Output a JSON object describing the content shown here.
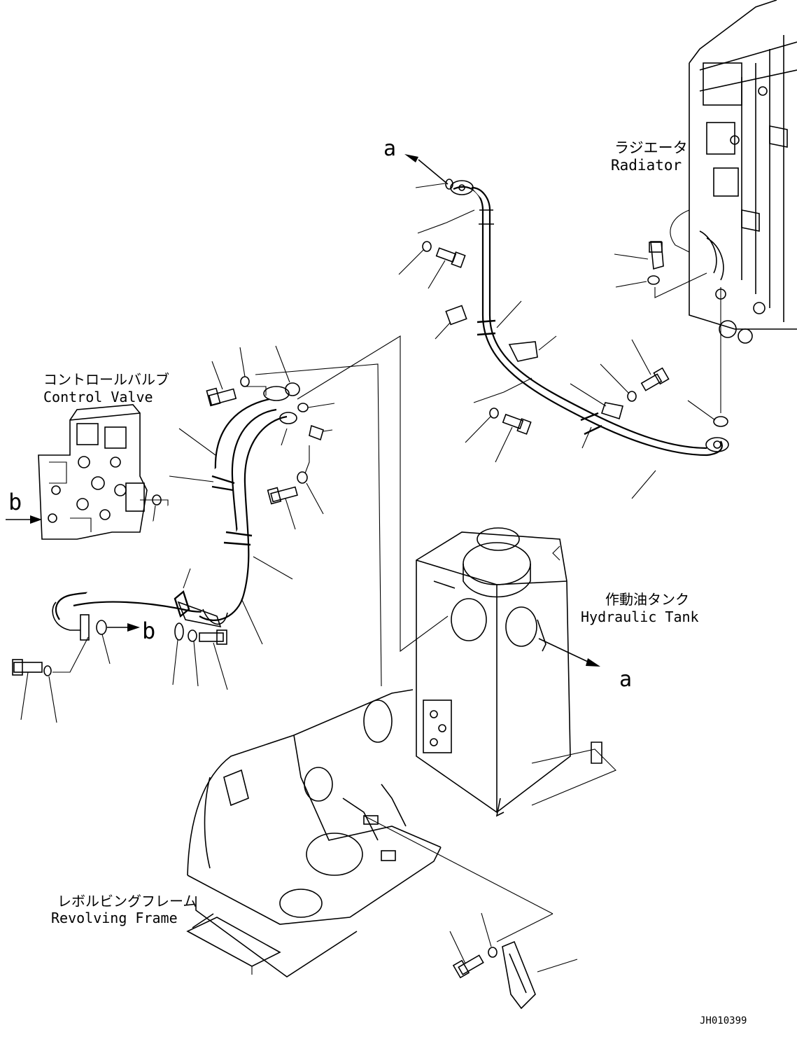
{
  "labels": {
    "control_valve_jp": "コントロールバルブ",
    "control_valve_en": "Control Valve",
    "radiator_jp": "ラジエータ",
    "radiator_en": "Radiator",
    "hydraulic_tank_jp": "作動油タンク",
    "hydraulic_tank_en": "Hydraulic Tank",
    "revolving_frame_jp": "レボルビングフレーム",
    "revolving_frame_en": "Revolving Frame",
    "drawing_number": "JH010399"
  },
  "connection_markers": {
    "a_top": "a",
    "a_tank": "a",
    "b_valve": "b",
    "b_hose": "b"
  }
}
